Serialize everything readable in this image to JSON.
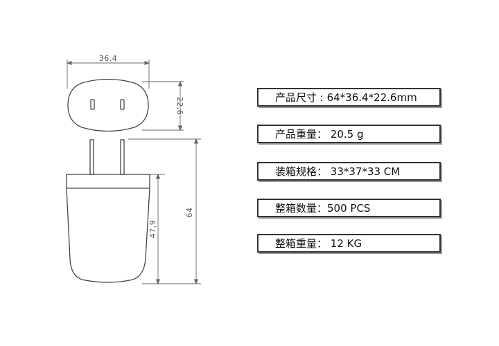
{
  "dimensions": {
    "width": "36,4",
    "depth": "22,6",
    "total_height": "64",
    "body_height": "47,9"
  },
  "specs": [
    {
      "label": "产品尺寸 : ",
      "value": "64*36.4*22.6mm"
    },
    {
      "label": "产品重量： ",
      "value": "20.5 g"
    },
    {
      "label": "装箱规格： ",
      "value": "33*37*33 CM"
    },
    {
      "label": "整箱数量：",
      "value": "500 PCS"
    },
    {
      "label": "整箱重量： ",
      "value": "12 KG"
    }
  ],
  "colors": {
    "line": "#444444",
    "dim_line": "#666666",
    "box_border": "#333333",
    "box_shadow": "#9a9a9a"
  }
}
